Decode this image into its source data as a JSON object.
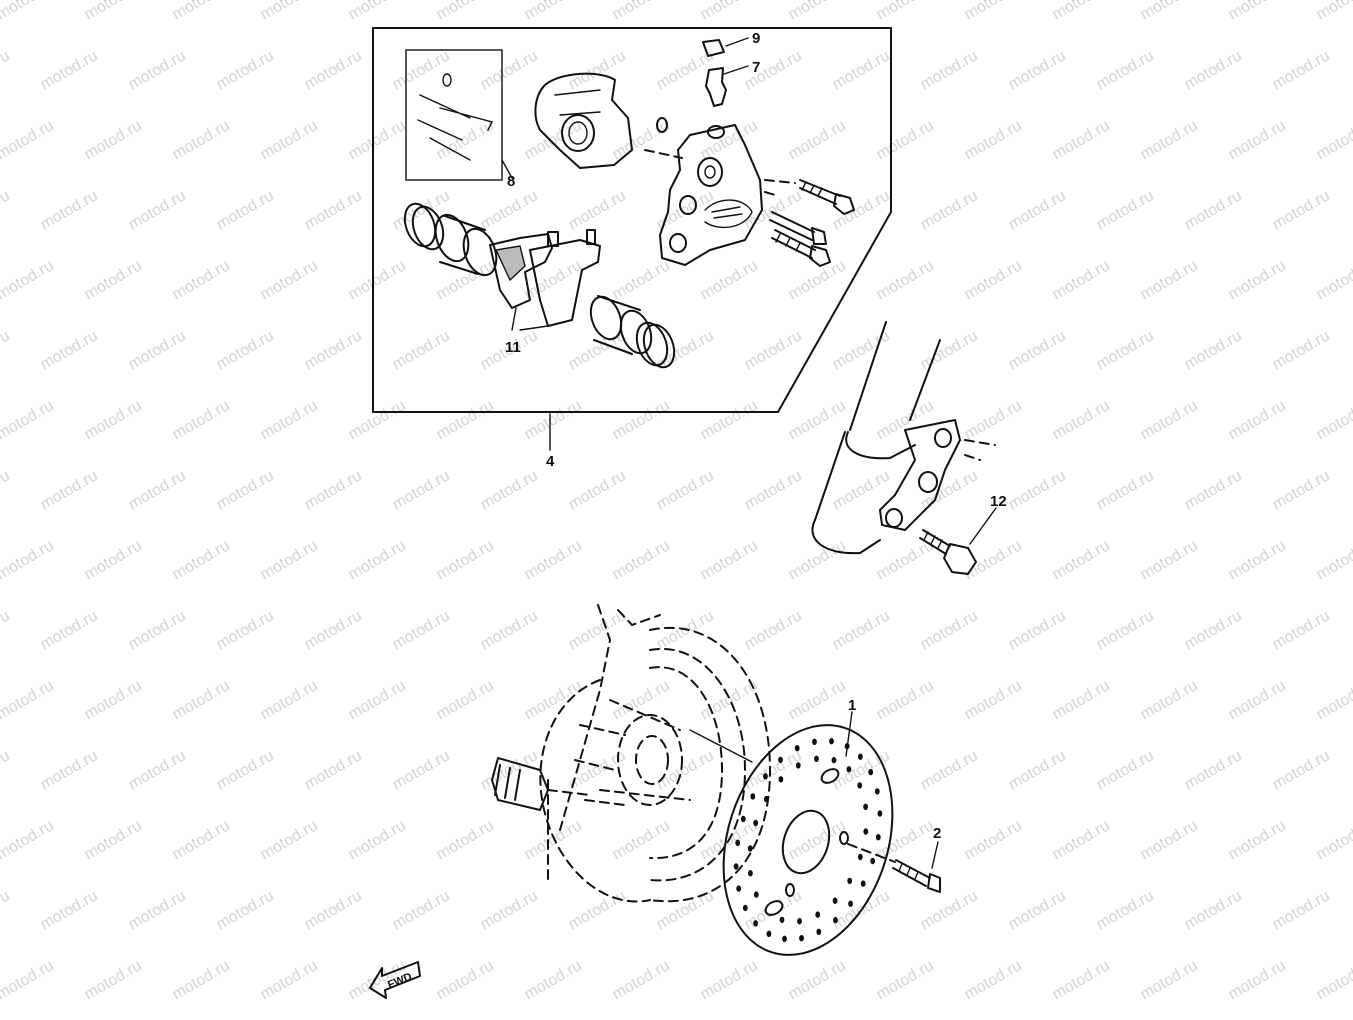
{
  "watermark": "motod.ru",
  "colors": {
    "ink": "#111111",
    "paper": "#ffffff",
    "watermark": "#d4d4d4"
  },
  "labels": {
    "part_1": "1",
    "part_2": "2",
    "part_4": "4",
    "part_7": "7",
    "part_8": "8",
    "part_9": "9",
    "part_11": "11",
    "part_12": "12"
  },
  "direction_arrow": "FWD"
}
